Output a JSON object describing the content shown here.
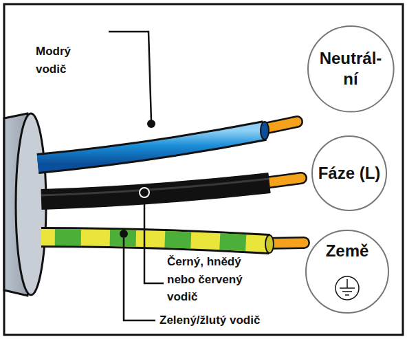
{
  "diagram": {
    "nodes": [
      {
        "text": [
          "Neutrál- ní"
        ]
      },
      {
        "text": [
          "Fáze (L)"
        ]
      },
      {
        "text": [
          "Země"
        ]
      }
    ],
    "labels": [
      "Modrý vodič",
      "Černý, hnědý nebo červený vodič",
      "Zelený/žlutý vodič"
    ]
  }
}
